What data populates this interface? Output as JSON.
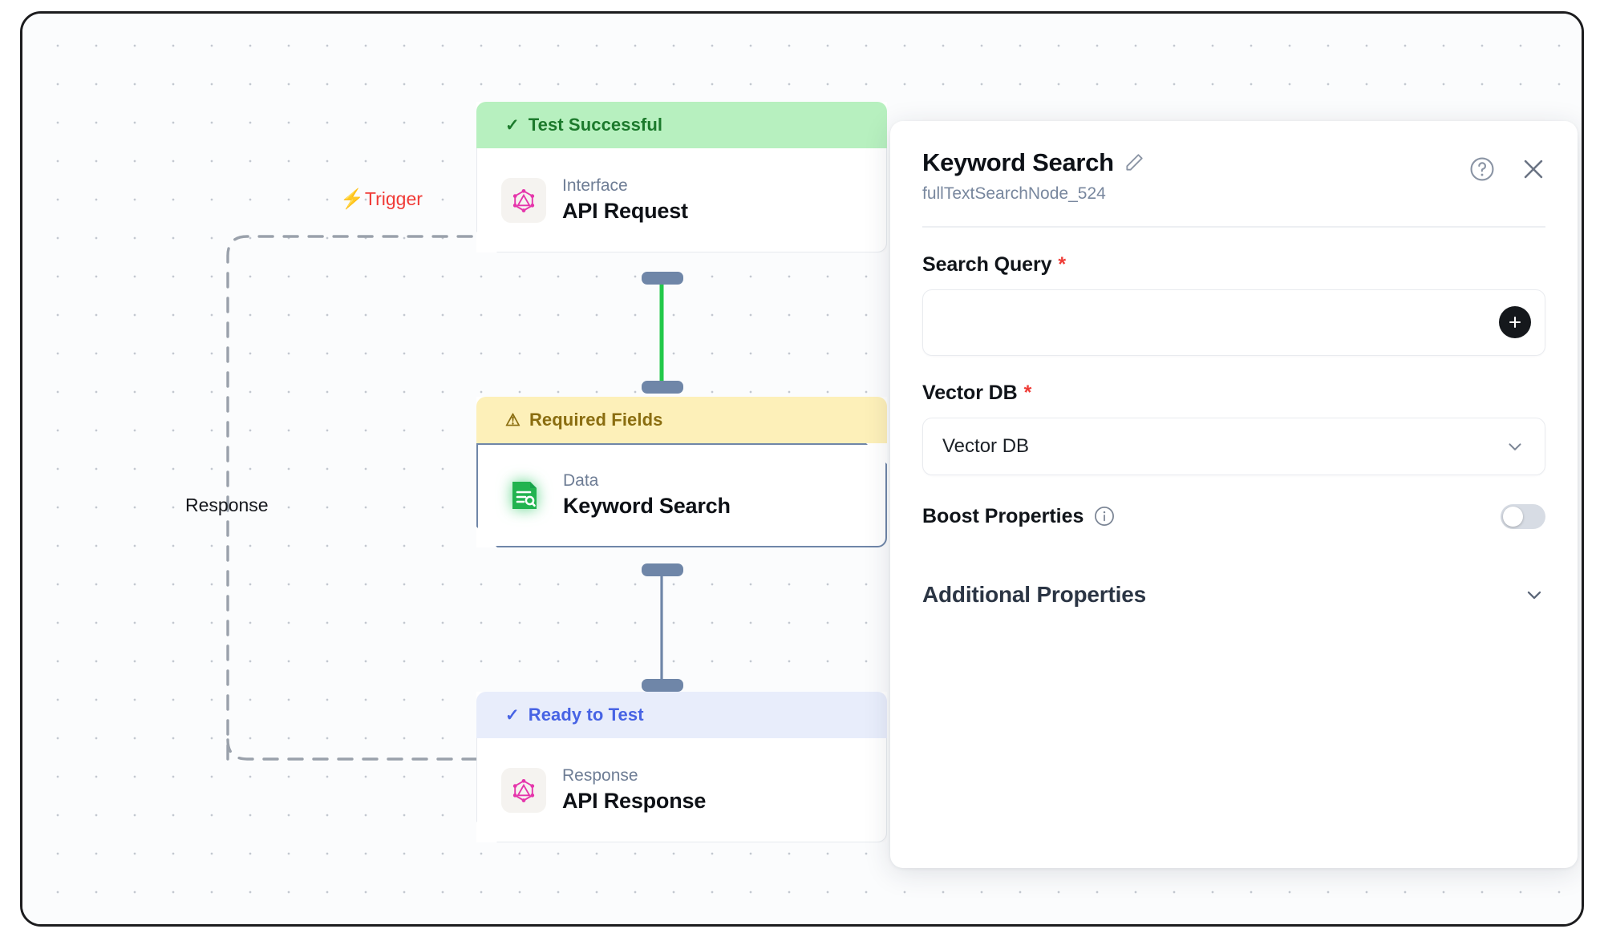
{
  "canvas": {
    "edge_labels": {
      "trigger": "Trigger",
      "trigger_icon": "lightning-bolt-icon",
      "response": "Response"
    },
    "colors": {
      "trigger_red": "#f03a36",
      "edge_active_green": "#22c94a",
      "edge_idle_slate": "#6f86a8",
      "handle": "#6f86a8"
    }
  },
  "nodes": [
    {
      "id": "api-request",
      "status_label": "Test Successful",
      "status_icon": "check-icon",
      "status_variant": "success",
      "kind": "Interface",
      "title": "API Request",
      "icon": "graphql-icon",
      "selected": false
    },
    {
      "id": "keyword-search",
      "status_label": "Required Fields",
      "status_icon": "warning-triangle-icon",
      "status_variant": "warning",
      "kind": "Data",
      "title": "Keyword Search",
      "icon": "keyword-search-icon",
      "selected": true
    },
    {
      "id": "api-response",
      "status_label": "Ready to Test",
      "status_icon": "check-icon",
      "status_variant": "ready",
      "kind": "Response",
      "title": "API Response",
      "icon": "graphql-icon",
      "selected": false
    }
  ],
  "panel": {
    "title": "Keyword Search",
    "edit_icon": "pencil-icon",
    "subtitle": "fullTextSearchNode_524",
    "help_icon": "help-circle-icon",
    "close_icon": "close-icon",
    "fields": {
      "search_query": {
        "label": "Search Query",
        "required_marker": "*",
        "value": "",
        "placeholder": "",
        "add_icon": "plus-icon"
      },
      "vector_db": {
        "label": "Vector DB",
        "required_marker": "*",
        "selected": "Vector DB",
        "chevron_icon": "chevron-down-icon"
      },
      "boost_properties": {
        "label": "Boost Properties",
        "info_icon": "info-circle-icon",
        "enabled": false
      }
    },
    "accordion": {
      "title": "Additional Properties",
      "chevron_icon": "chevron-down-icon",
      "expanded": false
    }
  }
}
